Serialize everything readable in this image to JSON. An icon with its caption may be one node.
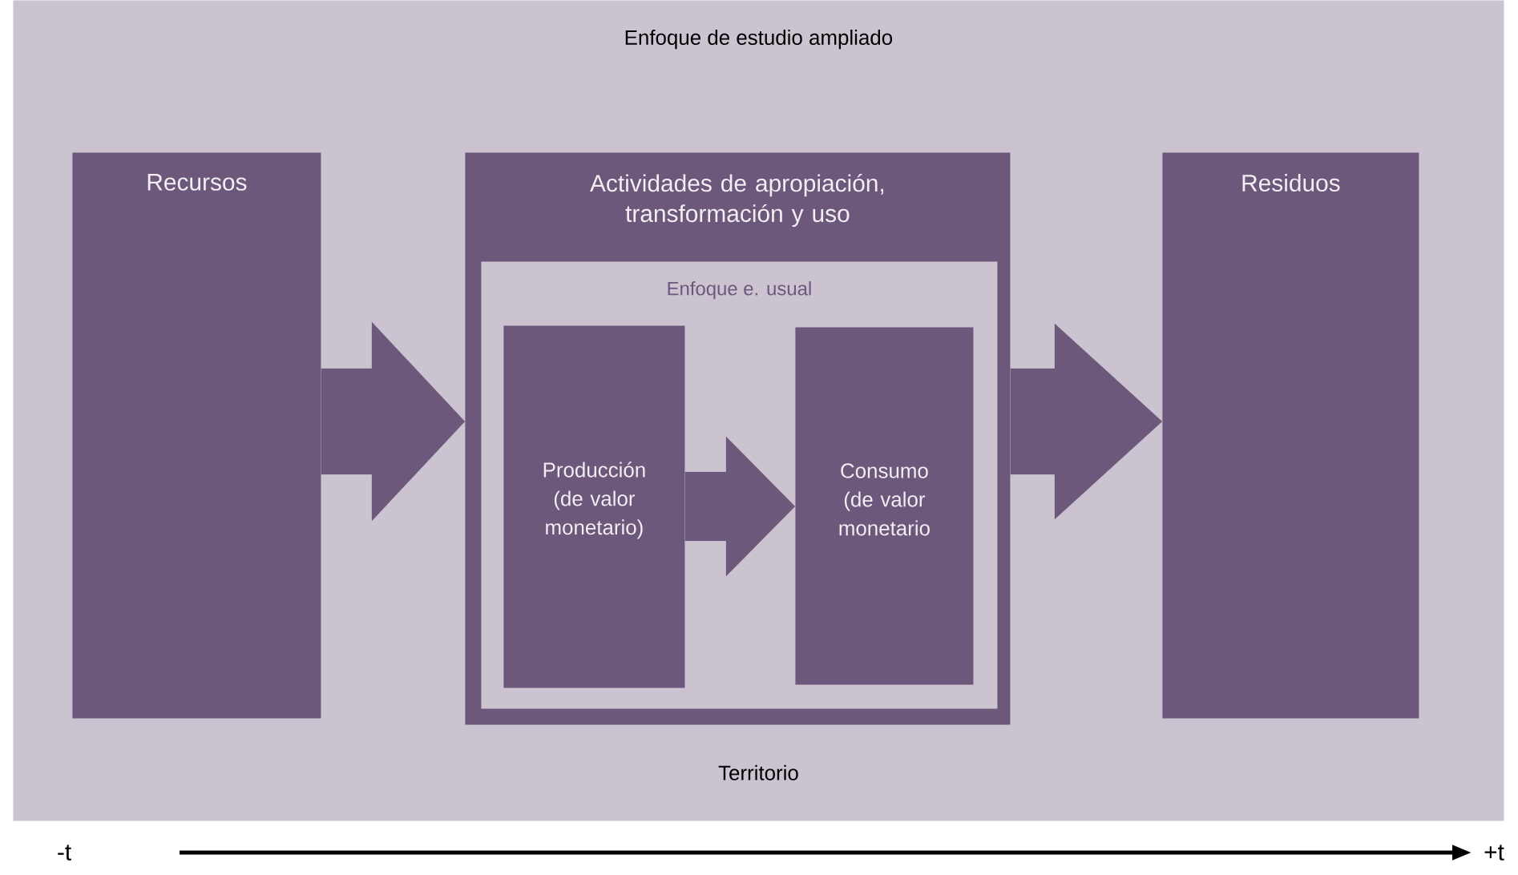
{
  "diagram": {
    "nodes": [
      {
        "text": [
          "Enfoque de estudio ampliado",
          "Territorio"
        ]
      },
      {
        "text": [
          "Recursos"
        ],
        "in": 0
      },
      {
        "text": [
          "Actividades de apropiación, transformación y uso"
        ],
        "in": 0
      },
      {
        "text": [
          "Enfoque e. usual"
        ],
        "in": 2
      },
      {
        "text": [
          "Producción (de valor monetario)"
        ],
        "in": 3
      },
      {
        "text": [
          "Consumo (de valor monetario"
        ],
        "in": 3
      },
      {
        "text": [
          "Residuos"
        ],
        "in": 0
      }
    ],
    "edges": [
      {
        "from": 1,
        "to": 2,
        "arrow": "to"
      },
      {
        "from": 4,
        "to": 5,
        "arrow": "to"
      },
      {
        "from": 2,
        "to": 6,
        "arrow": "to"
      }
    ],
    "labels": [
      "-t",
      "+t"
    ]
  }
}
